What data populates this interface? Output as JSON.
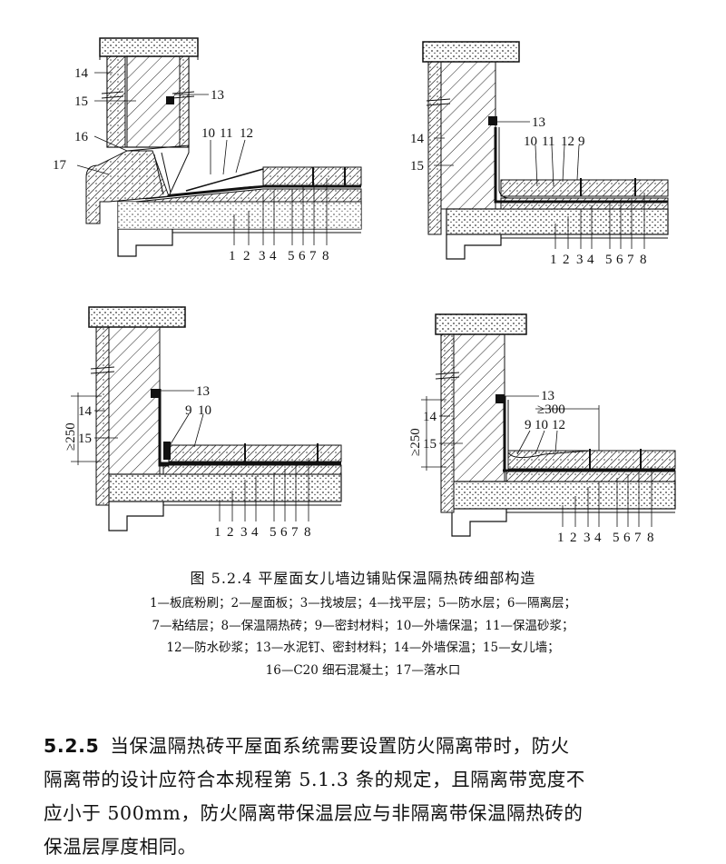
{
  "figure": {
    "caption": "图 5.2.4   平屋面女儿墙边铺贴保温隔热砖细部构造",
    "legend_lines": [
      "1—板底粉刷；2—屋面板；3—找坡层；4—找平层；5—防水层；6—隔离层；",
      "7—粘结层；8—保温隔热砖；9—密封材料；10—外墙保温；11—保温砂浆；",
      "12—防水砂浆；13—水泥钉、密封材料；14—外墙保温；15—女儿墙；",
      "16—C20 细石混凝土；17—落水口"
    ],
    "panels": {
      "top_left": {
        "left_labels": [
          "14",
          "15",
          "16",
          "17"
        ],
        "upper_labels": [
          "13",
          "10",
          "11",
          "12"
        ],
        "bottom_labels": [
          "1",
          "2",
          "3",
          "4",
          "5",
          "6",
          "7",
          "8"
        ]
      },
      "top_right": {
        "left_labels": [
          "14",
          "15"
        ],
        "upper_labels": [
          "13",
          "10",
          "11",
          "12",
          "9"
        ],
        "bottom_labels": [
          "1",
          "2",
          "3",
          "4",
          "5",
          "6",
          "7",
          "8"
        ]
      },
      "bottom_left": {
        "dimension": "≥250",
        "left_labels": [
          "14",
          "15"
        ],
        "upper_labels": [
          "13",
          "9",
          "10"
        ],
        "bottom_labels": [
          "1",
          "2",
          "3",
          "4",
          "5",
          "6",
          "7",
          "8"
        ]
      },
      "bottom_right": {
        "dimension": "≥250",
        "dimension_top": "≥300",
        "left_labels": [
          "14",
          "15"
        ],
        "upper_labels": [
          "13",
          "9",
          "10",
          "12"
        ],
        "bottom_labels": [
          "1",
          "2",
          "3",
          "4",
          "5",
          "6",
          "7",
          "8"
        ]
      }
    }
  },
  "section": {
    "number": "5.2.5",
    "text_lines": [
      "当保温隔热砖平屋面系统需要设置防火隔离带时，防火",
      "隔离带的设计应符合本规程第 5.1.3 条的规定，且隔离带宽度不",
      "应小于 500mm，防火隔离带保温层应与非隔离带保温隔热砖的",
      "保温层厚度相同。"
    ]
  }
}
